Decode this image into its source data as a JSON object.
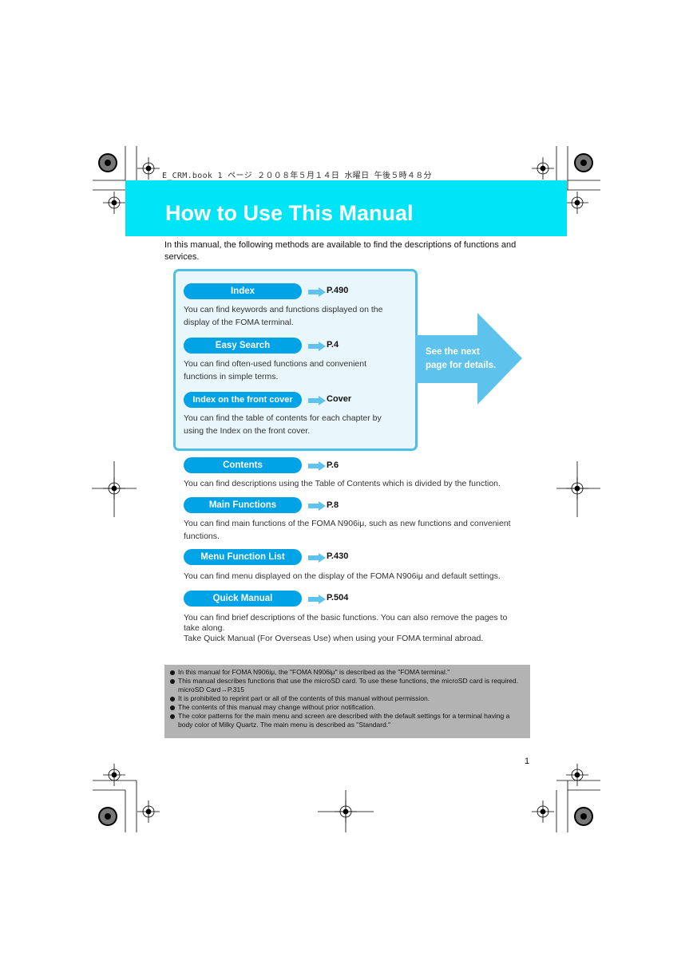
{
  "header_line": "E_CRM.book  1 ページ  ２００８年５月１４日  水曜日  午後５時４８分",
  "title": "How to Use This Manual",
  "intro": "In this manual, the following methods are available to find the descriptions of functions and services.",
  "panel_items": [
    {
      "label": "Index",
      "ref": "P.490",
      "desc": "You can find keywords and functions displayed on the display of the FOMA terminal."
    },
    {
      "label": "Easy Search",
      "ref": "P.4",
      "desc": "You can find often-used functions and convenient functions in simple terms."
    },
    {
      "label": "Index on the front cover",
      "ref": "Cover",
      "desc": "You can find the table of contents for each chapter by using the Index on the front cover."
    }
  ],
  "see_next": {
    "line1": "See the next",
    "line2": "page for details."
  },
  "items": [
    {
      "label": "Contents",
      "ref": "P.6",
      "desc": "You can find descriptions using the Table of Contents which is divided by the function."
    },
    {
      "label": "Main Functions",
      "ref": "P.8",
      "desc": "You can find main functions of the FOMA N906iμ, such as new functions and convenient functions."
    },
    {
      "label": "Menu Function List",
      "ref": "P.430",
      "desc": "You can find menu displayed on the display of the FOMA N906iμ and default settings."
    },
    {
      "label": "Quick Manual",
      "ref": "P.504",
      "desc": "You can find brief descriptions of the basic functions. You can also remove the pages to take along.",
      "desc2": "Take Quick Manual (For Overseas Use) when using your FOMA terminal abroad."
    }
  ],
  "notes": [
    "In this manual for FOMA N906iμ, the \"FOMA N906iμ\" is described as the \"FOMA terminal.\"",
    "This manual describes functions that use the microSD card. To use these functions, the microSD card is required. microSD Card→P.315",
    "It is prohibited to reprint part or all of the contents of this manual without permission.",
    "The contents of this manual may change without prior notification.",
    "The color patterns for the main menu and screen are described with the default settings for a terminal having a body color of Milky Quartz. The main menu is described as \"Standard.\""
  ],
  "page_number": "1",
  "colors": {
    "title_band": "#00e5f5",
    "pill": "#00a3e6",
    "panel_border": "#4bbfe6",
    "panel_fill": "#e9f6fc",
    "big_arrow": "#5ec3ec",
    "ref_arrow": "#5ec3ec",
    "notes_bg": "#b3b3b3"
  }
}
